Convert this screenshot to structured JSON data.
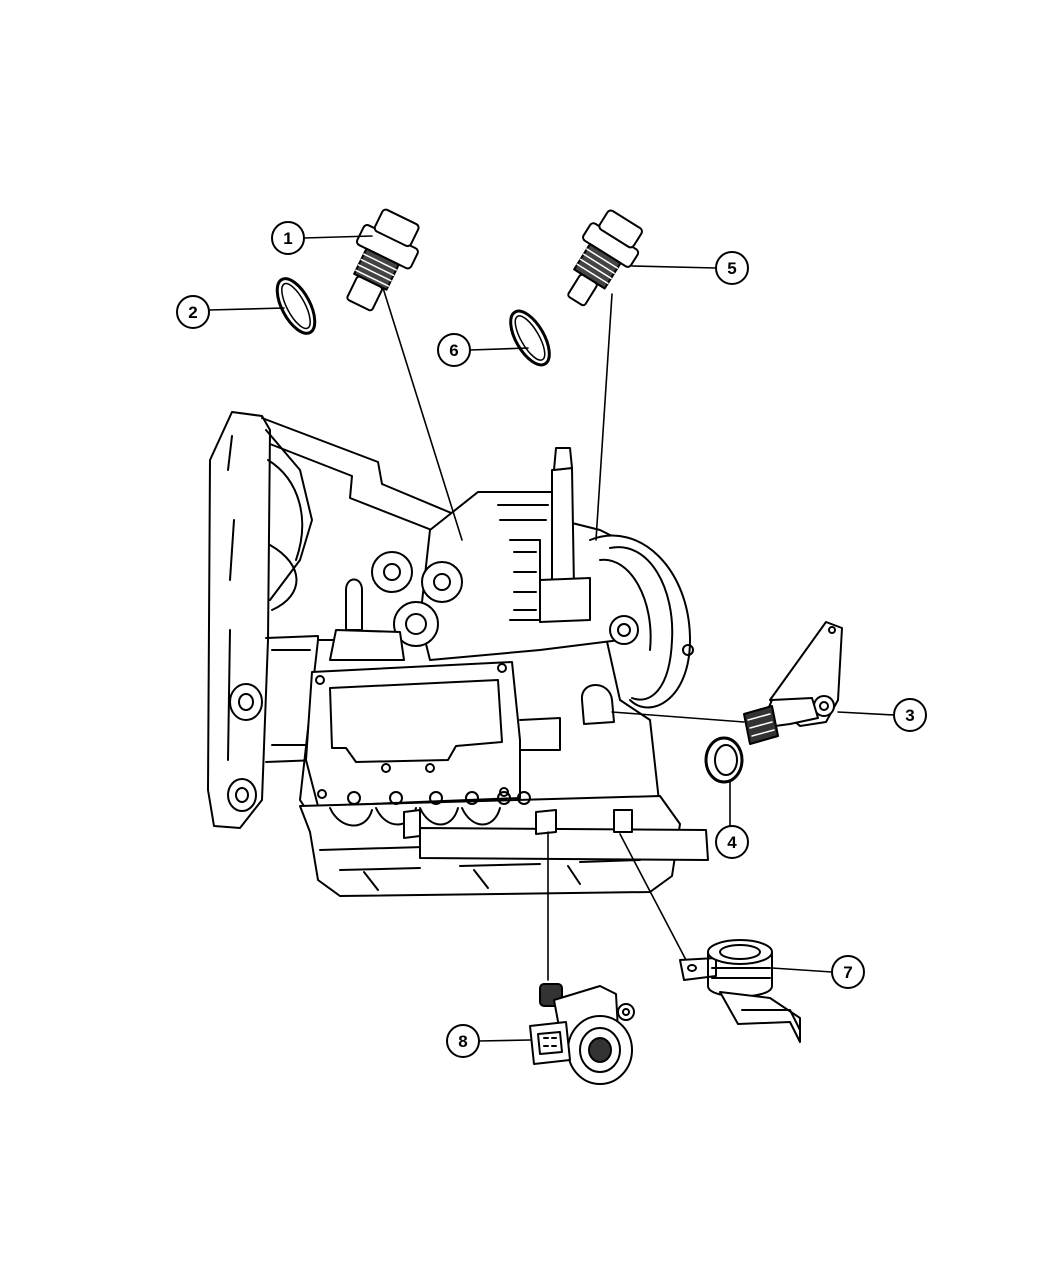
{
  "diagram": {
    "callouts": [
      {
        "id": "1",
        "label": "1",
        "part": "input-speed-sensor"
      },
      {
        "id": "2",
        "label": "2",
        "part": "o-ring-1"
      },
      {
        "id": "3",
        "label": "3",
        "part": "position-sensor"
      },
      {
        "id": "4",
        "label": "4",
        "part": "seal"
      },
      {
        "id": "5",
        "label": "5",
        "part": "output-speed-sensor"
      },
      {
        "id": "6",
        "label": "6",
        "part": "o-ring-2"
      },
      {
        "id": "7",
        "label": "7",
        "part": "pressure-switch"
      },
      {
        "id": "8",
        "label": "8",
        "part": "solenoid"
      }
    ]
  }
}
